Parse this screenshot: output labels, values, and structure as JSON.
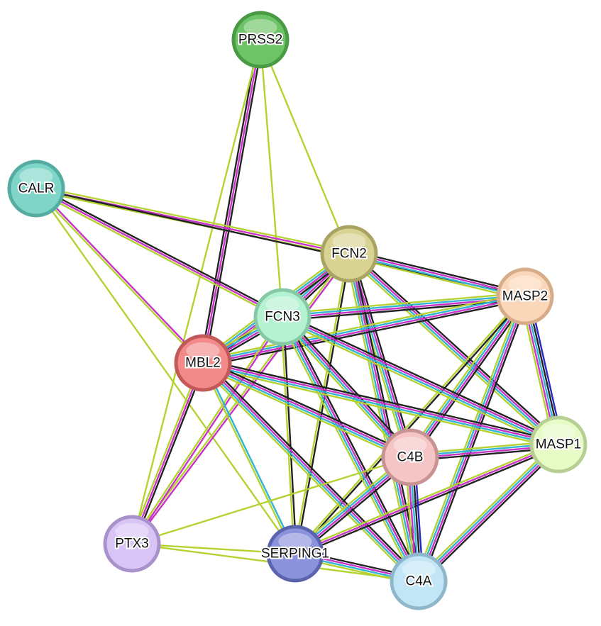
{
  "network": {
    "colors": {
      "coexpression": "#222222",
      "experiments": "#c832c8",
      "databases": "#32b4d2",
      "textmining": "#b4d232",
      "cooccurrence": "#2828c8"
    },
    "nodes": [
      {
        "id": "PRSS2",
        "label": "PRSS2",
        "fill": "#6dc466",
        "ring": "#4a9a44"
      },
      {
        "id": "CALR",
        "label": "CALR",
        "fill": "#7fd6c8",
        "ring": "#55aca0"
      },
      {
        "id": "FCN2",
        "label": "FCN2",
        "fill": "#d8d393",
        "ring": "#a9a463"
      },
      {
        "id": "MASP2",
        "label": "MASP2",
        "fill": "#fad7b8",
        "ring": "#d7ac88"
      },
      {
        "id": "FCN3",
        "label": "FCN3",
        "fill": "#b5f2d1",
        "ring": "#86c9a5"
      },
      {
        "id": "MBL2",
        "label": "MBL2",
        "fill": "#f28a8a",
        "ring": "#c25858"
      },
      {
        "id": "MASP1",
        "label": "MASP1",
        "fill": "#e6fbc6",
        "ring": "#b6cf94"
      },
      {
        "id": "C4B",
        "label": "C4B",
        "fill": "#f5c4c4",
        "ring": "#c99393"
      },
      {
        "id": "PTX3",
        "label": "PTX3",
        "fill": "#d9c4f6",
        "ring": "#a991cc"
      },
      {
        "id": "SERPING1",
        "label": "SERPING1",
        "fill": "#8a93dc",
        "ring": "#5c64ad"
      },
      {
        "id": "C4A",
        "label": "C4A",
        "fill": "#c3e6f6",
        "ring": "#8fb7cc"
      }
    ],
    "edges": [
      {
        "a": "PRSS2",
        "b": "MBL2",
        "types": [
          "coexpression",
          "experiments",
          "coexpression"
        ]
      },
      {
        "a": "PRSS2",
        "b": "FCN3",
        "types": [
          "textmining"
        ]
      },
      {
        "a": "PRSS2",
        "b": "FCN2",
        "types": [
          "textmining"
        ]
      },
      {
        "a": "PRSS2",
        "b": "PTX3",
        "types": [
          "textmining"
        ]
      },
      {
        "a": "CALR",
        "b": "FCN2",
        "types": [
          "textmining",
          "experiments",
          "textmining"
        ]
      },
      {
        "a": "CALR",
        "b": "MASP2",
        "types": [
          "coexpression"
        ]
      },
      {
        "a": "CALR",
        "b": "FCN3",
        "types": [
          "coexpression",
          "experiments",
          "textmining"
        ]
      },
      {
        "a": "CALR",
        "b": "MBL2",
        "types": [
          "experiments",
          "textmining"
        ]
      },
      {
        "a": "CALR",
        "b": "SERPING1",
        "types": [
          "textmining"
        ]
      },
      {
        "a": "FCN2",
        "b": "MASP2",
        "types": [
          "coexpression",
          "experiments",
          "databases",
          "textmining"
        ]
      },
      {
        "a": "FCN2",
        "b": "FCN3",
        "types": [
          "coexpression",
          "experiments",
          "databases",
          "textmining"
        ]
      },
      {
        "a": "FCN2",
        "b": "MBL2",
        "types": [
          "coexpression",
          "experiments",
          "databases",
          "textmining"
        ]
      },
      {
        "a": "FCN2",
        "b": "MASP1",
        "types": [
          "coexpression",
          "experiments",
          "databases",
          "textmining"
        ]
      },
      {
        "a": "FCN2",
        "b": "C4B",
        "types": [
          "coexpression",
          "experiments",
          "databases",
          "textmining"
        ]
      },
      {
        "a": "FCN2",
        "b": "C4A",
        "types": [
          "coexpression",
          "experiments",
          "databases",
          "textmining"
        ]
      },
      {
        "a": "FCN2",
        "b": "SERPING1",
        "types": [
          "coexpression",
          "textmining"
        ]
      },
      {
        "a": "FCN2",
        "b": "PTX3",
        "types": [
          "experiments",
          "textmining"
        ]
      },
      {
        "a": "MASP2",
        "b": "FCN3",
        "types": [
          "coexpression",
          "experiments",
          "databases",
          "textmining"
        ]
      },
      {
        "a": "MASP2",
        "b": "MBL2",
        "types": [
          "coexpression",
          "experiments",
          "databases",
          "textmining"
        ]
      },
      {
        "a": "MASP2",
        "b": "MASP1",
        "types": [
          "cooccurrence",
          "coexpression",
          "databases",
          "experiments",
          "textmining"
        ]
      },
      {
        "a": "MASP2",
        "b": "C4B",
        "types": [
          "coexpression",
          "experiments",
          "databases",
          "textmining"
        ]
      },
      {
        "a": "MASP2",
        "b": "C4A",
        "types": [
          "coexpression",
          "experiments",
          "databases",
          "textmining"
        ]
      },
      {
        "a": "MASP2",
        "b": "SERPING1",
        "types": [
          "coexpression",
          "textmining"
        ]
      },
      {
        "a": "FCN3",
        "b": "MBL2",
        "types": [
          "coexpression",
          "experiments",
          "databases",
          "textmining"
        ]
      },
      {
        "a": "FCN3",
        "b": "MASP1",
        "types": [
          "coexpression",
          "experiments",
          "databases",
          "textmining"
        ]
      },
      {
        "a": "FCN3",
        "b": "C4B",
        "types": [
          "coexpression",
          "experiments",
          "databases",
          "textmining"
        ]
      },
      {
        "a": "FCN3",
        "b": "C4A",
        "types": [
          "coexpression",
          "experiments",
          "databases",
          "textmining"
        ]
      },
      {
        "a": "FCN3",
        "b": "SERPING1",
        "types": [
          "coexpression",
          "textmining"
        ]
      },
      {
        "a": "FCN3",
        "b": "PTX3",
        "types": [
          "experiments",
          "textmining"
        ]
      },
      {
        "a": "MBL2",
        "b": "MASP1",
        "types": [
          "coexpression",
          "experiments",
          "databases",
          "textmining"
        ]
      },
      {
        "a": "MBL2",
        "b": "C4B",
        "types": [
          "coexpression",
          "experiments",
          "databases",
          "textmining"
        ]
      },
      {
        "a": "MBL2",
        "b": "C4A",
        "types": [
          "coexpression",
          "experiments",
          "databases",
          "textmining"
        ]
      },
      {
        "a": "MBL2",
        "b": "SERPING1",
        "types": [
          "databases",
          "textmining"
        ]
      },
      {
        "a": "MBL2",
        "b": "PTX3",
        "types": [
          "coexpression",
          "experiments",
          "textmining"
        ]
      },
      {
        "a": "MASP1",
        "b": "C4B",
        "types": [
          "coexpression",
          "experiments",
          "databases",
          "textmining"
        ]
      },
      {
        "a": "MASP1",
        "b": "C4A",
        "types": [
          "coexpression",
          "experiments",
          "databases",
          "textmining"
        ]
      },
      {
        "a": "MASP1",
        "b": "SERPING1",
        "types": [
          "coexpression",
          "experiments",
          "textmining"
        ]
      },
      {
        "a": "C4B",
        "b": "C4A",
        "types": [
          "cooccurrence",
          "coexpression",
          "databases",
          "experiments",
          "textmining"
        ]
      },
      {
        "a": "C4B",
        "b": "SERPING1",
        "types": [
          "coexpression",
          "experiments",
          "databases",
          "textmining"
        ]
      },
      {
        "a": "C4B",
        "b": "PTX3",
        "types": [
          "textmining"
        ]
      },
      {
        "a": "SERPING1",
        "b": "C4A",
        "types": [
          "coexpression",
          "experiments",
          "databases",
          "textmining"
        ]
      },
      {
        "a": "PTX3",
        "b": "SERPING1",
        "types": [
          "textmining"
        ]
      },
      {
        "a": "PTX3",
        "b": "C4A",
        "types": [
          "textmining"
        ]
      }
    ]
  }
}
